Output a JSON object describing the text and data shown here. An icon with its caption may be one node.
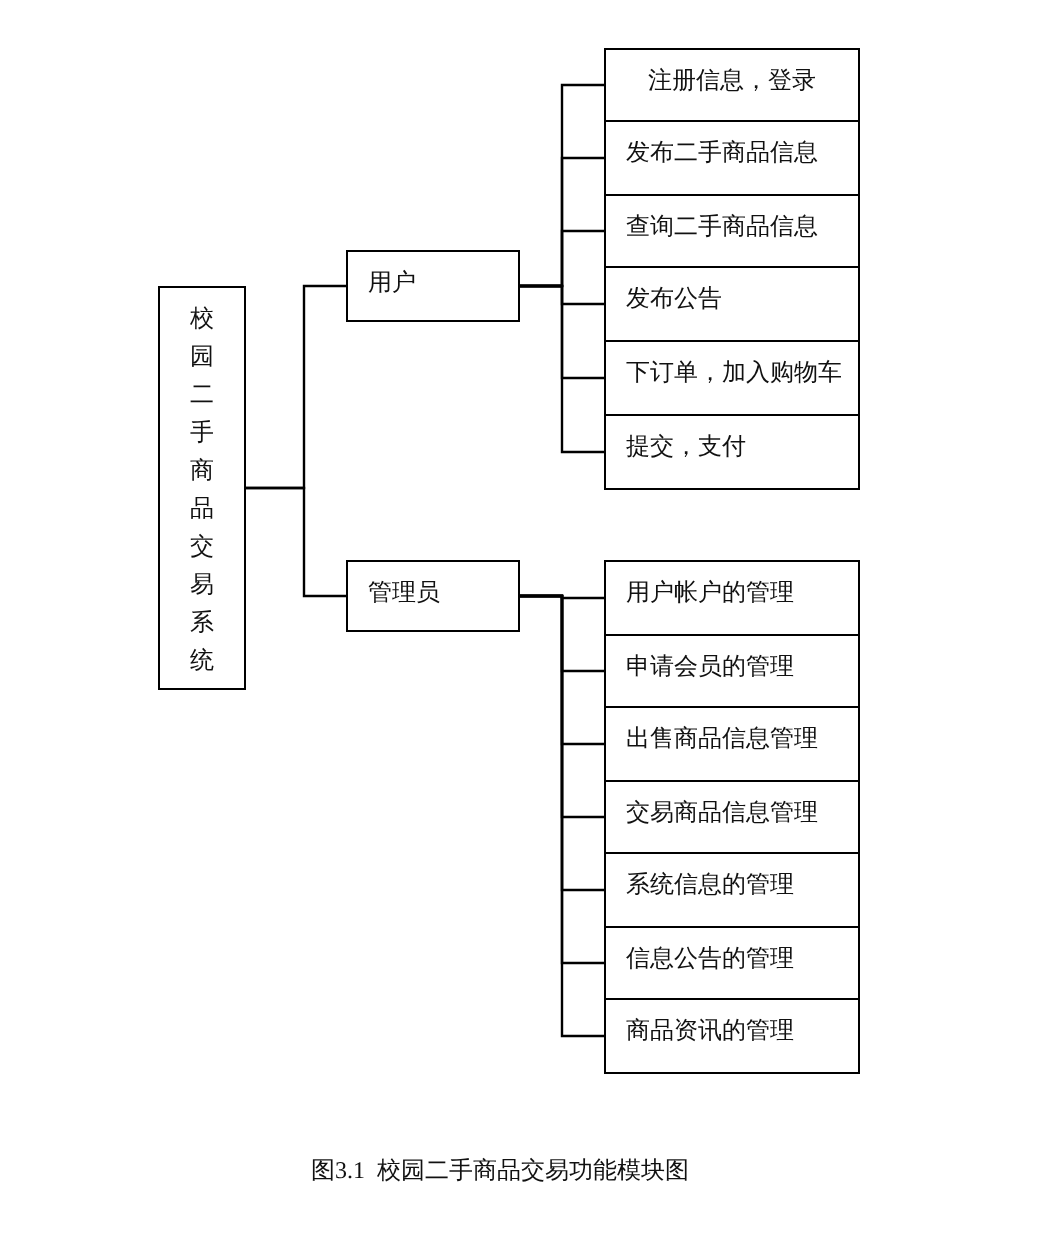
{
  "diagram": {
    "caption": "图3.1  校园二手商品交易功能模块图",
    "nodes": [
      {
        "text": [
          "校园二手商品交易系统"
        ]
      },
      {
        "text": [
          "用户"
        ]
      },
      {
        "text": [
          "注册信息，登录"
        ]
      },
      {
        "text": [
          "发布二手商品信息"
        ]
      },
      {
        "text": [
          "查询二手商品信息"
        ]
      },
      {
        "text": [
          "发布公告"
        ]
      },
      {
        "text": [
          "下订单，加入购物车"
        ]
      },
      {
        "text": [
          "提交，支付"
        ]
      },
      {
        "text": [
          "管理员"
        ]
      },
      {
        "text": [
          "用户帐户的管理"
        ]
      },
      {
        "text": [
          "申请会员的管理"
        ]
      },
      {
        "text": [
          "出售商品信息管理"
        ]
      },
      {
        "text": [
          "交易商品信息管理"
        ]
      },
      {
        "text": [
          "系统信息的管理"
        ]
      },
      {
        "text": [
          "信息公告的管理"
        ]
      },
      {
        "text": [
          "商品资讯的管理"
        ]
      }
    ],
    "edges": [
      {
        "from": 0,
        "to": 1,
        "arrow": "none"
      },
      {
        "from": 0,
        "to": 8,
        "arrow": "none"
      },
      {
        "from": 1,
        "to": 2,
        "arrow": "none"
      },
      {
        "from": 1,
        "to": 3,
        "arrow": "none"
      },
      {
        "from": 1,
        "to": 4,
        "arrow": "none"
      },
      {
        "from": 1,
        "to": 5,
        "arrow": "none"
      },
      {
        "from": 1,
        "to": 6,
        "arrow": "none"
      },
      {
        "from": 1,
        "to": 7,
        "arrow": "none"
      },
      {
        "from": 8,
        "to": 9,
        "arrow": "none"
      },
      {
        "from": 8,
        "to": 10,
        "arrow": "none"
      },
      {
        "from": 8,
        "to": 11,
        "arrow": "none"
      },
      {
        "from": 8,
        "to": 12,
        "arrow": "none"
      },
      {
        "from": 8,
        "to": 13,
        "arrow": "none"
      },
      {
        "from": 8,
        "to": 14,
        "arrow": "none"
      },
      {
        "from": 8,
        "to": 15,
        "arrow": "none"
      }
    ]
  }
}
